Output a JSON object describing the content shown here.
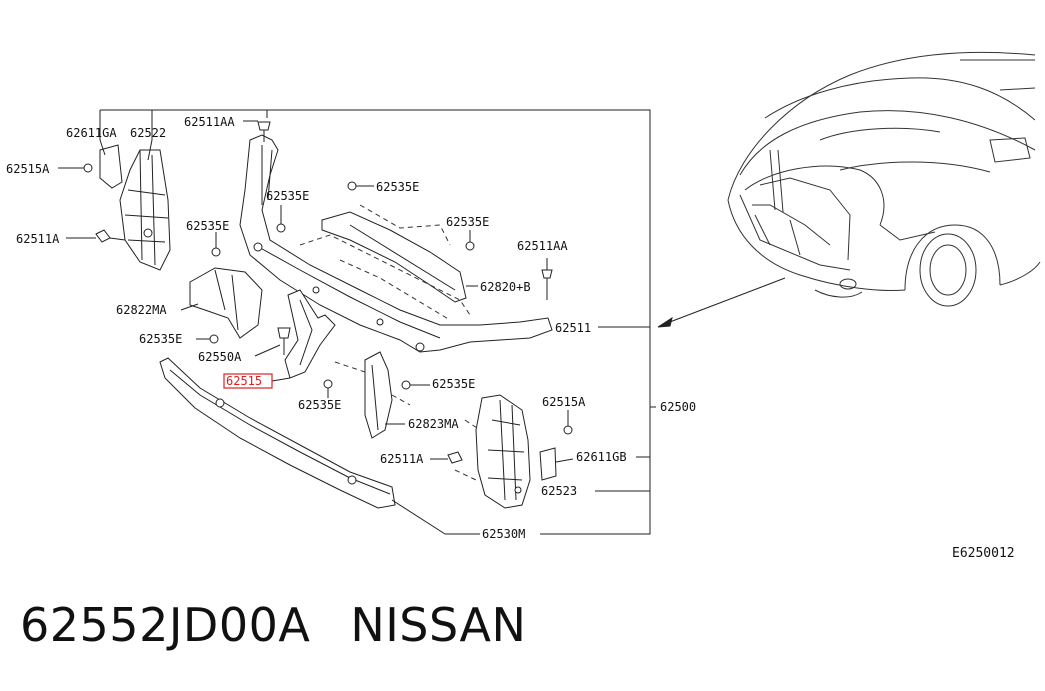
{
  "diagram": {
    "drawing_code": "E6250012",
    "callouts": {
      "p62611GA": "62611GA",
      "p62522": "62522",
      "p62515A_left": "62515A",
      "p62511A_left": "62511A",
      "p62511AA_top": "62511AA",
      "p62535E_a": "62535E",
      "p62535E_b": "62535E",
      "p62535E_c": "62535E",
      "p62535E_d": "62535E",
      "p62535E_e": "62535E",
      "p62535E_f": "62535E",
      "p62535E_g": "62535E",
      "p62511AA_right": "62511AA",
      "p62820B": "62820+B",
      "p62822MA": "62822MA",
      "p62511": "62511",
      "p62550A": "62550A",
      "p62515_highlight": "62515",
      "p62823MA": "62823MA",
      "p62515A_right": "62515A",
      "p62500": "62500",
      "p62511A_right": "62511A",
      "p62611GB": "62611GB",
      "p62523": "62523",
      "p62530M": "62530M"
    },
    "highlight_color": "#e02020"
  },
  "product": {
    "part_number": "62552JD00A",
    "brand": "NISSAN"
  }
}
